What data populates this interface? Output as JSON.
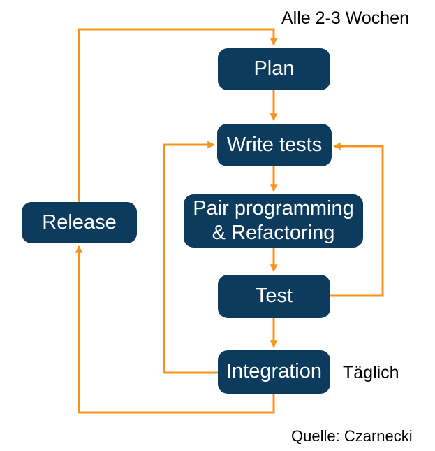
{
  "colors": {
    "box": "#0C3B5E",
    "arrow": "#F8931D",
    "text_on_box": "#FFFFFF",
    "label_text": "#000000",
    "background": "#FFFFFF"
  },
  "nodes": [
    {
      "id": "plan",
      "label": "Plan"
    },
    {
      "id": "write-tests",
      "label": "Write tests"
    },
    {
      "id": "pair-programming",
      "lines": [
        "Pair programming",
        "& Refactoring"
      ]
    },
    {
      "id": "test",
      "label": "Test"
    },
    {
      "id": "integration",
      "label": "Integration"
    },
    {
      "id": "release",
      "label": "Release"
    }
  ],
  "annotations": {
    "cycle": "Alle 2-3 Wochen",
    "daily": "Täglich",
    "source": "Quelle: Czarnecki"
  }
}
